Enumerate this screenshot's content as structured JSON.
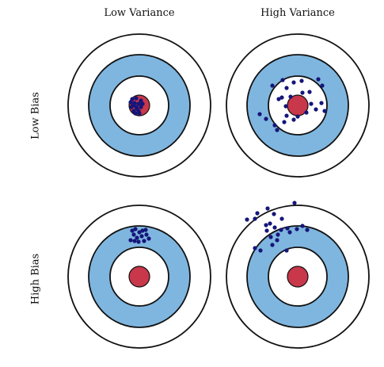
{
  "labels": {
    "col_low_variance": "Low Variance",
    "col_high_variance": "High Variance",
    "row_low_bias": "Low Bias",
    "row_high_bias": "High Bias"
  },
  "colors": {
    "ring_line": "#111111",
    "blue_ring": "#7fb6df",
    "bullseye": "#c8374a",
    "dot": "#15157a"
  }
}
